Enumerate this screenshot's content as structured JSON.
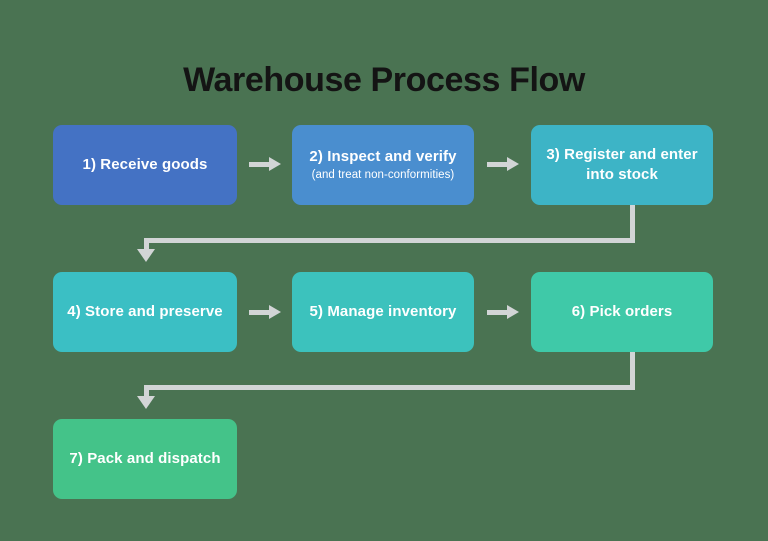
{
  "page": {
    "title": "Warehouse Process Flow",
    "background_color": "#4a7352",
    "title_color": "#141414",
    "connector_color": "#d2d5d6"
  },
  "flow": {
    "nodes": [
      {
        "id": "node-1",
        "step": "1",
        "title": "1) Receive goods",
        "subtitle": "",
        "color": "#4472c4",
        "row": 1,
        "col": 1
      },
      {
        "id": "node-2",
        "step": "2",
        "title": "2) Inspect and verify",
        "subtitle": "(and treat non-conformities)",
        "color": "#4a8ecf",
        "row": 1,
        "col": 2
      },
      {
        "id": "node-3",
        "step": "3",
        "title": "3) Register and enter into stock",
        "subtitle": "",
        "color": "#3db4c6",
        "row": 1,
        "col": 3
      },
      {
        "id": "node-4",
        "step": "4",
        "title": "4) Store and preserve",
        "subtitle": "",
        "color": "#3bbfc4",
        "row": 2,
        "col": 1
      },
      {
        "id": "node-5",
        "step": "5",
        "title": "5) Manage inventory",
        "subtitle": "",
        "color": "#3cc2bd",
        "row": 2,
        "col": 2
      },
      {
        "id": "node-6",
        "step": "6",
        "title": "6) Pick orders",
        "subtitle": "",
        "color": "#3fc9a8",
        "row": 2,
        "col": 3
      },
      {
        "id": "node-7",
        "step": "7",
        "title": "7) Pack and dispatch",
        "subtitle": "",
        "color": "#44c389",
        "row": 3,
        "col": 1
      }
    ],
    "connectors": [
      {
        "id": "arrow-1-to-2",
        "kind": "arrow-right",
        "from": "node-1",
        "to": "node-2"
      },
      {
        "id": "arrow-2-to-3",
        "kind": "arrow-right",
        "from": "node-2",
        "to": "node-3"
      },
      {
        "id": "wrap-3-to-4",
        "kind": "arrow-wrap-down-left",
        "from": "node-3",
        "to": "node-4"
      },
      {
        "id": "arrow-4-to-5",
        "kind": "arrow-right",
        "from": "node-4",
        "to": "node-5"
      },
      {
        "id": "arrow-5-to-6",
        "kind": "arrow-right",
        "from": "node-5",
        "to": "node-6"
      },
      {
        "id": "wrap-6-to-7",
        "kind": "arrow-wrap-down-left",
        "from": "node-6",
        "to": "node-7"
      }
    ]
  }
}
